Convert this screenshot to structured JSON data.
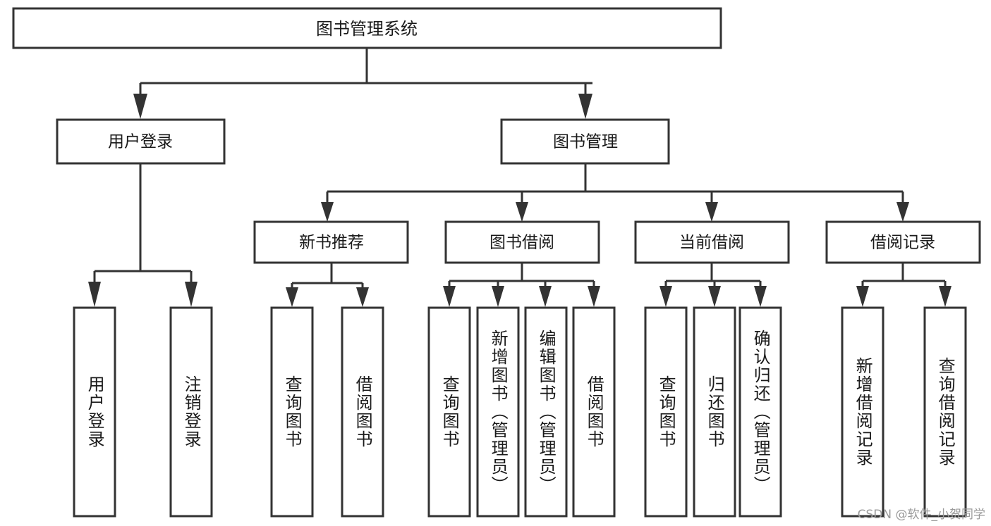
{
  "diagram": {
    "title": "图书管理系统",
    "type": "tree",
    "watermark": "CSDN @软件_小贺同学",
    "colors": {
      "stroke": "#333333",
      "fill": "#ffffff",
      "text": "#1a1a1a",
      "watermark": "#9a9a9a"
    },
    "root": {
      "label": "图书管理系统"
    },
    "level1": [
      {
        "label": "用户登录"
      },
      {
        "label": "图书管理"
      }
    ],
    "level2": [
      {
        "label": "新书推荐"
      },
      {
        "label": "图书借阅"
      },
      {
        "label": "当前借阅"
      },
      {
        "label": "借阅记录"
      }
    ],
    "leaves": {
      "user_login": [
        {
          "label": "用户登录"
        },
        {
          "label": "注销登录"
        }
      ],
      "new_book_recommend": [
        {
          "label": "查询图书"
        },
        {
          "label": "借阅图书"
        }
      ],
      "book_borrow": [
        {
          "label": "查询图书"
        },
        {
          "label": "新增图书（管理员）"
        },
        {
          "label": "编辑图书（管理员）"
        },
        {
          "label": "借阅图书"
        }
      ],
      "current_borrow": [
        {
          "label": "查询图书"
        },
        {
          "label": "归还图书"
        },
        {
          "label": "确认归还（管理员）"
        }
      ],
      "borrow_record": [
        {
          "label": "新增借阅记录"
        },
        {
          "label": "查询借阅记录"
        }
      ]
    }
  }
}
